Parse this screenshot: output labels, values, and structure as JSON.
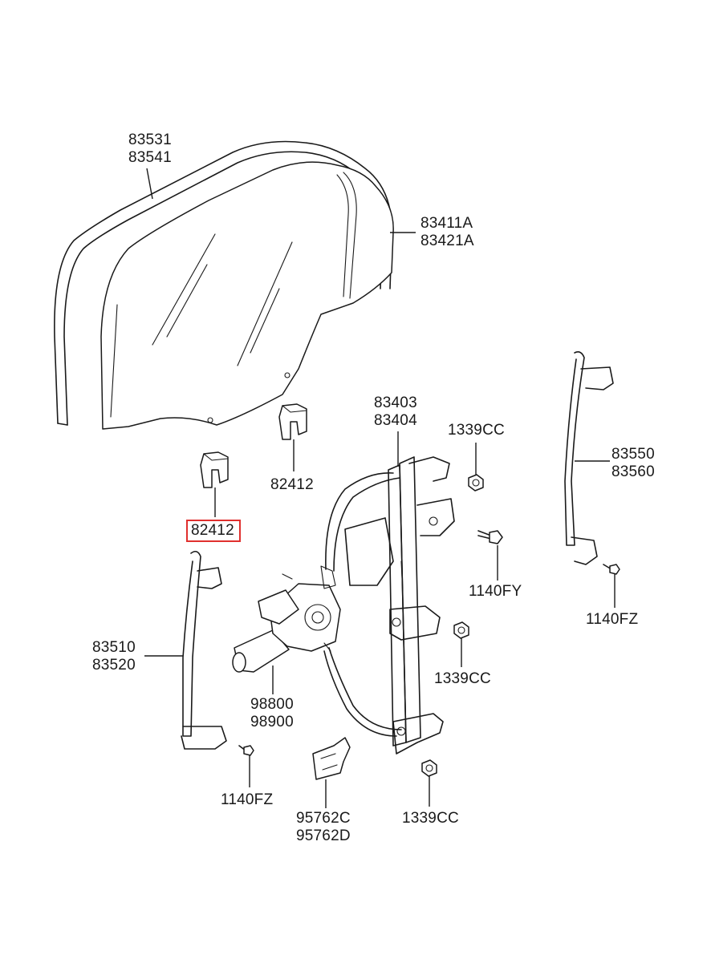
{
  "labels": {
    "glass_run_upper": [
      "83531",
      "83541"
    ],
    "door_glass": [
      "83411A",
      "83421A"
    ],
    "regulator": [
      "83403",
      "83404"
    ],
    "nut_upper": "1339CC",
    "rear_channel": [
      "83550",
      "83560"
    ],
    "clip_upper": "82412",
    "clip_highlighted": "82412",
    "bolt_mid": "1140FY",
    "bolt_right": "1140FZ",
    "front_channel": [
      "83510",
      "83520"
    ],
    "nut_mid": "1339CC",
    "motor": [
      "98800",
      "98900"
    ],
    "bolt_left": "1140FZ",
    "module": [
      "95762C",
      "95762D"
    ],
    "nut_lower": "1339CC"
  },
  "colors": {
    "line": "#1a1a1a",
    "highlight": "#e0302e",
    "background": "#ffffff"
  }
}
